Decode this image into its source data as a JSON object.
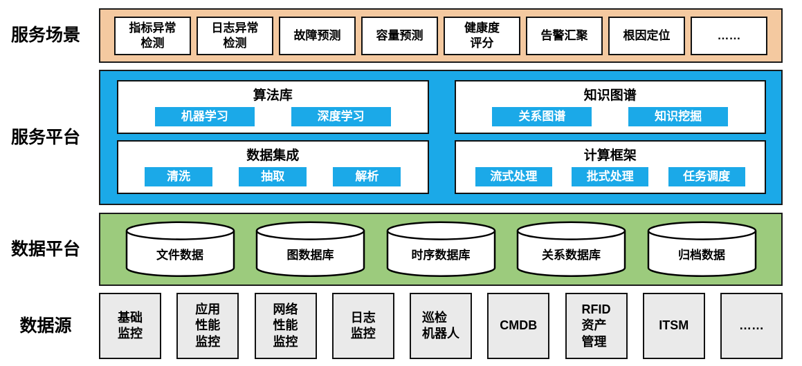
{
  "scenarios": {
    "label": "服务场景",
    "items": [
      "指标异常\n检测",
      "日志异常\n检测",
      "故障预测",
      "容量预测",
      "健康度\n评分",
      "告警汇聚",
      "根因定位",
      "……"
    ]
  },
  "platform": {
    "label": "服务平台",
    "panels": [
      {
        "title": "算法库",
        "chips": [
          "机器学习",
          "深度学习"
        ]
      },
      {
        "title": "知识图谱",
        "chips": [
          "关系图谱",
          "知识挖掘"
        ]
      },
      {
        "title": "数据集成",
        "chips": [
          "清洗",
          "抽取",
          "解析"
        ]
      },
      {
        "title": "计算框架",
        "chips": [
          "流式处理",
          "批式处理",
          "任务调度"
        ]
      }
    ]
  },
  "data_platform": {
    "label": "数据平台",
    "databases": [
      "文件数据",
      "图数据库",
      "时序数据库",
      "关系数据库",
      "归档数据"
    ]
  },
  "data_sources": {
    "label": "数据源",
    "items": [
      "基础\n监控",
      "应用\n性能\n监控",
      "网络\n性能\n监控",
      "日志\n监控",
      "巡检\n机器人",
      "CMDB",
      "RFID\n资产\n管理",
      "ITSM",
      "……"
    ]
  },
  "colors": {
    "scenario_band": "#F4C9A0",
    "platform_band": "#1BA9E8",
    "data_band": "#9CCB7D",
    "source_box": "#EAEAEA",
    "chip": "#1BA9E8"
  }
}
